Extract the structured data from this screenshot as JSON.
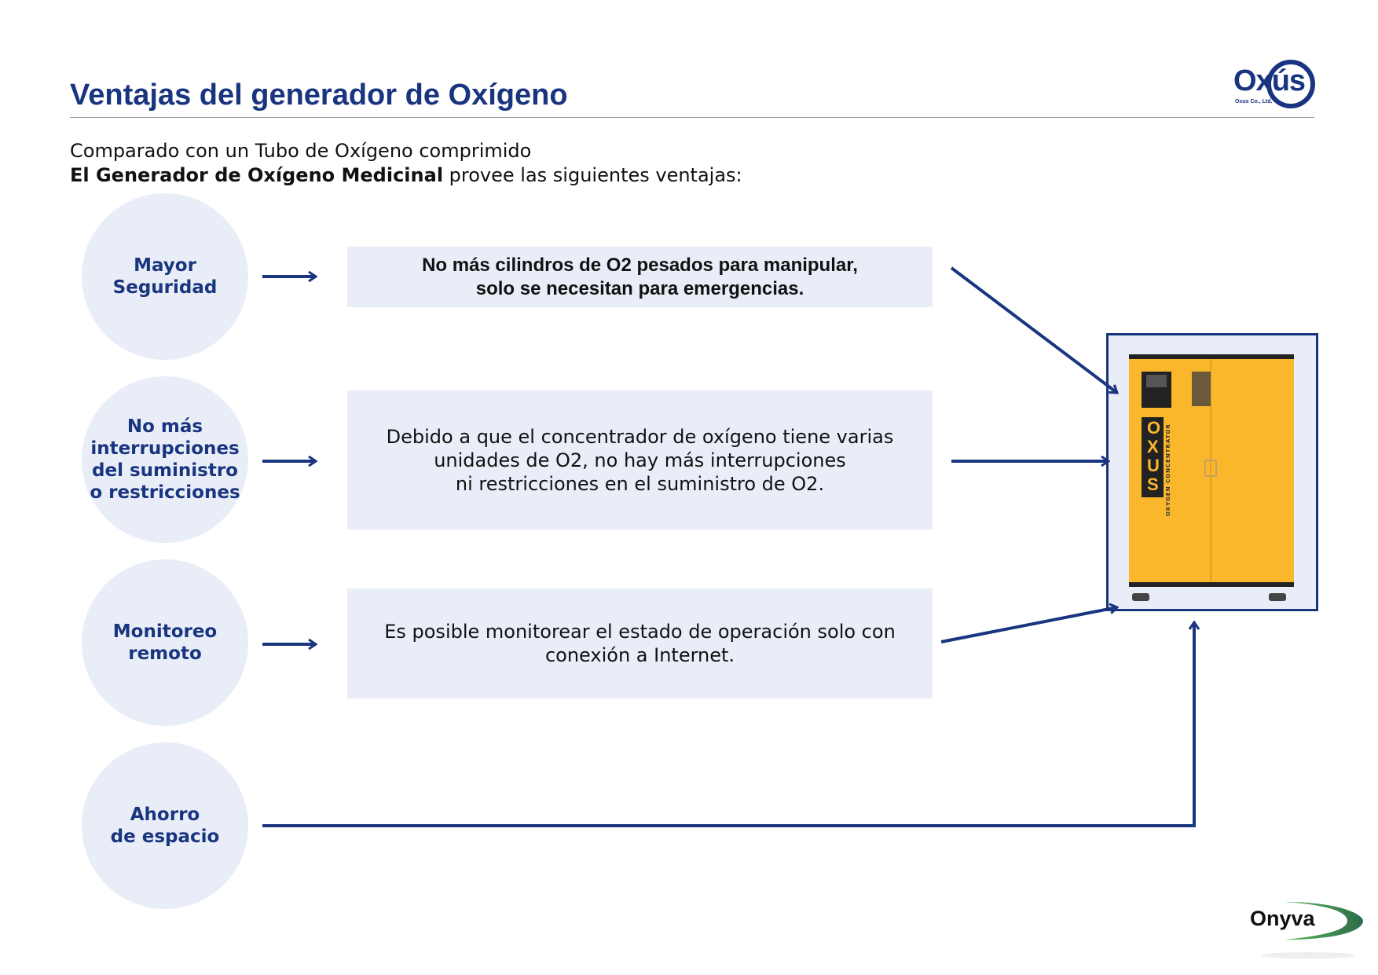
{
  "header": {
    "title": "Ventajas del generador de Oxígeno"
  },
  "intro": {
    "line1": "Comparado con un Tubo de Oxígeno comprimido",
    "line2_bold": "El Generador de Oxígeno Medicinal",
    "line2_rest": " provee las siguientes ventajas:"
  },
  "advantages": [
    {
      "label": "Mayor\nSeguridad",
      "description": "No más cilindros de O2 pesados para manipular,\nsolo se necesitan para emergencias."
    },
    {
      "label": "No más\ninterrupciones\ndel suministro\no restricciones",
      "description": "Debido a que el concentrador de oxígeno tiene varias\nunidades de O2, no hay más interrupciones\nni restricciones en el suministro de O2."
    },
    {
      "label": "Monitoreo\nremoto",
      "description": "Es posible monitorear el estado de operación solo con\nconexión a Internet."
    },
    {
      "label": "Ahorro\nde espacio"
    }
  ],
  "product": {
    "brand": "OXUS",
    "caption": "OXYGEN CONCENTRATOR"
  },
  "logos": {
    "oxus": "Oxús",
    "oxus_sub": "Oxus Co., Ltd.",
    "onyva": "Onyva"
  },
  "colors": {
    "primary": "#1a3580",
    "panel": "#e8edf7",
    "machine": "#fbb72c"
  }
}
